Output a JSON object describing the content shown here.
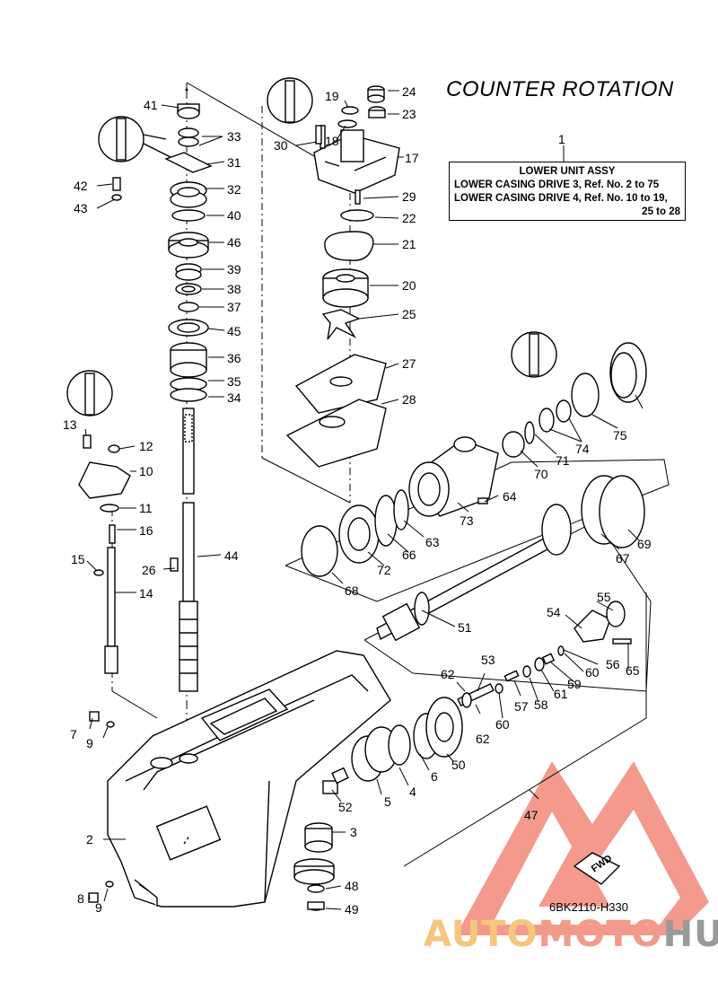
{
  "title": "COUNTER ROTATION",
  "assembly": {
    "ref_no": "1",
    "name": "LOWER UNIT ASSY",
    "line1": "LOWER CASING DRIVE 3,  Ref. No. 2 to 75",
    "line2": "LOWER CASING DRIVE 4,  Ref. No. 10 to 19,",
    "line3": "25 to 28"
  },
  "drawing_code": "6BK2110-H330",
  "watermark": {
    "part1": "AUTO",
    "part2": "MOTO",
    "part3": "HUB",
    "badge": "FWD"
  },
  "labels": [
    "41",
    "33",
    "31",
    "32",
    "40",
    "46",
    "39",
    "38",
    "37",
    "45",
    "36",
    "35",
    "34",
    "42",
    "43",
    "19",
    "18",
    "24",
    "23",
    "30",
    "17",
    "29",
    "22",
    "21",
    "20",
    "25",
    "27",
    "28",
    "13",
    "12",
    "10",
    "11",
    "16",
    "15",
    "26",
    "44",
    "14",
    "7",
    "9",
    "2",
    "8",
    "9",
    "3",
    "48",
    "49",
    "52",
    "5",
    "4",
    "6",
    "50",
    "51",
    "47",
    "53",
    "62",
    "62",
    "60",
    "57",
    "58",
    "61",
    "59",
    "60",
    "56",
    "55",
    "54",
    "65",
    "73",
    "64",
    "63",
    "66",
    "72",
    "68",
    "67",
    "69",
    "70",
    "71",
    "74",
    "75"
  ]
}
